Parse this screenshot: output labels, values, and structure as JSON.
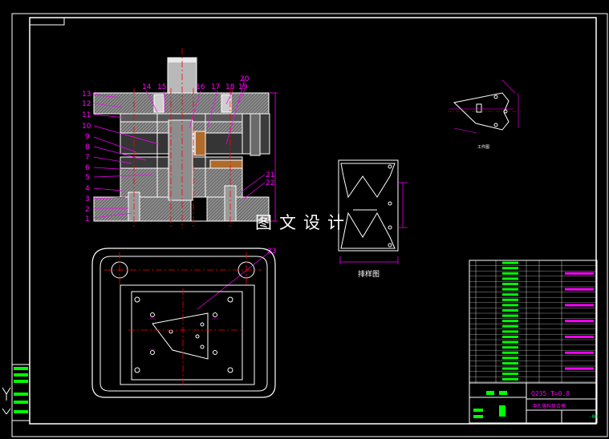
{
  "title": "图文设计",
  "captions": {
    "layout": "排样图",
    "workpiece": "工件图"
  },
  "title_block": {
    "material": "Q235  T=0.8",
    "name": "冲孔落料复合模",
    "code": "-00"
  },
  "part_numbers": {
    "left": [
      "13",
      "12",
      "11",
      "10",
      "9",
      "8",
      "7",
      "6",
      "5",
      "4",
      "3",
      "2",
      "1"
    ],
    "top": [
      "14",
      "15",
      "16",
      "17",
      "18",
      "19",
      "20"
    ],
    "right": [
      "21",
      "22"
    ],
    "plan": "23"
  },
  "colors": {
    "background": "#000000",
    "outline": "#ffffff",
    "section_fill": "#7a7a7a",
    "center_line": "#ff0000",
    "dimension": "#ff00ff",
    "leader": "#ff00ff",
    "hidden_line": "#ffff00",
    "table_highlight": "#00ff00",
    "table_line": "#00ffff"
  }
}
